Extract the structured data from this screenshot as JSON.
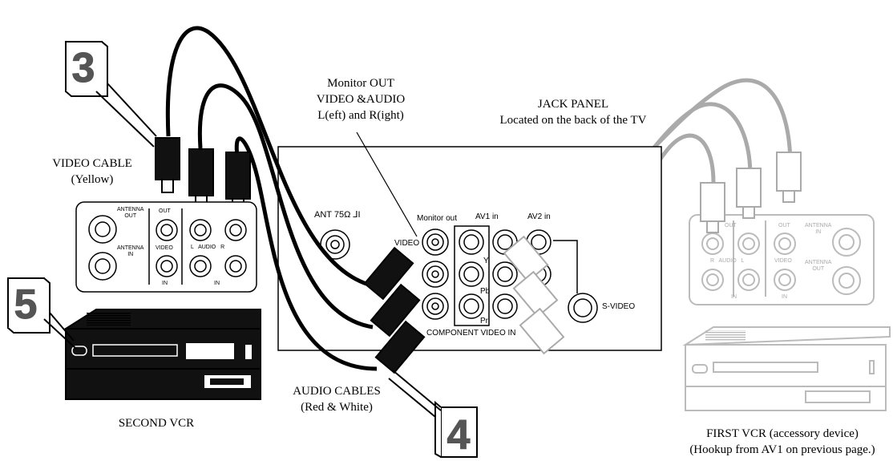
{
  "step_badges": [
    "3",
    "4",
    "5"
  ],
  "labels": {
    "monitor_out_title": [
      "Monitor OUT",
      "VIDEO &AUDIO",
      "L(eft) and R(ight)"
    ],
    "jack_panel_title": [
      "JACK PANEL",
      "Located on the back of the TV"
    ],
    "video_cable": [
      "VIDEO CABLE",
      "(Yellow)"
    ],
    "audio_cables": [
      "AUDIO CABLES",
      "(Red & White)"
    ],
    "second_vcr": "SECOND VCR",
    "first_vcr": [
      "FIRST VCR (accessory device)",
      "(Hookup from AV1 on previous page.)"
    ]
  },
  "tv_panel": {
    "ant": "ANT 75Ω ⅃І",
    "monitor_out": "Monitor out",
    "av1_in": "AV1 in",
    "av2_in": "AV2 in",
    "video": "VIDEO",
    "y": "Y",
    "pb": "Pb",
    "pr": "Pr",
    "svideo": "S-VIDEO",
    "component": "COMPONENT VIDEO IN"
  },
  "vcr_panel_left": {
    "antenna_out": [
      "ANTENNA",
      "OUT"
    ],
    "antenna_in": [
      "ANTENNA",
      "IN"
    ],
    "out": "OUT",
    "video": "VIDEO",
    "audio": "L   AUDIO   R",
    "in_left": "IN",
    "in_right": "IN"
  },
  "vcr_panel_right": {
    "antenna_in": [
      "ANTENNA",
      "IN"
    ],
    "antenna_out": [
      "ANTENNA",
      "OUT"
    ],
    "out_left": "OUT",
    "out_right": "OUT",
    "video": "VIDEO",
    "audio": "R   AUDIO   L",
    "in_left": "IN",
    "in_right": "IN"
  }
}
